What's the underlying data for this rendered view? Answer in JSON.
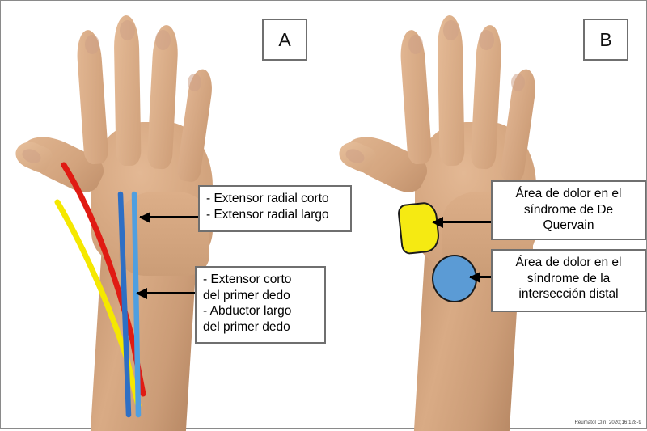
{
  "figure": {
    "citation": "Reumatol Clin. 2020;16:128-9",
    "background_color": "#ffffff"
  },
  "panels": {
    "a": {
      "tag": "A",
      "callouts": [
        {
          "name": "extensor-radial",
          "lines": [
            "- Extensor radial corto",
            "- Extensor radial largo"
          ]
        },
        {
          "name": "extensor-corto-primer-dedo",
          "lines": [
            "- Extensor corto",
            "del primer dedo",
            "- Abductor largo",
            "del primer dedo"
          ]
        }
      ],
      "tendons": [
        {
          "name": "red-tendon",
          "color": "#e01b13"
        },
        {
          "name": "yellow-tendon",
          "color": "#f5e800"
        },
        {
          "name": "dark-blue-tendon",
          "color": "#2e6fc4"
        },
        {
          "name": "light-blue-tendon",
          "color": "#4f9fe0"
        }
      ]
    },
    "b": {
      "tag": "B",
      "callouts": [
        {
          "name": "de-quervain",
          "lines": [
            "Área de dolor en el",
            "síndrome de De",
            "Quervain"
          ]
        },
        {
          "name": "interseccion-distal",
          "lines": [
            "Área de dolor en el",
            "síndrome de la",
            "intersección distal"
          ]
        }
      ],
      "markers": [
        {
          "name": "de-quervain-pain-area",
          "color": "#f5ea12",
          "shape": "rounded-patch"
        },
        {
          "name": "distal-intersection-pain-area",
          "color": "#5b9bd5",
          "shape": "circle"
        }
      ]
    }
  }
}
